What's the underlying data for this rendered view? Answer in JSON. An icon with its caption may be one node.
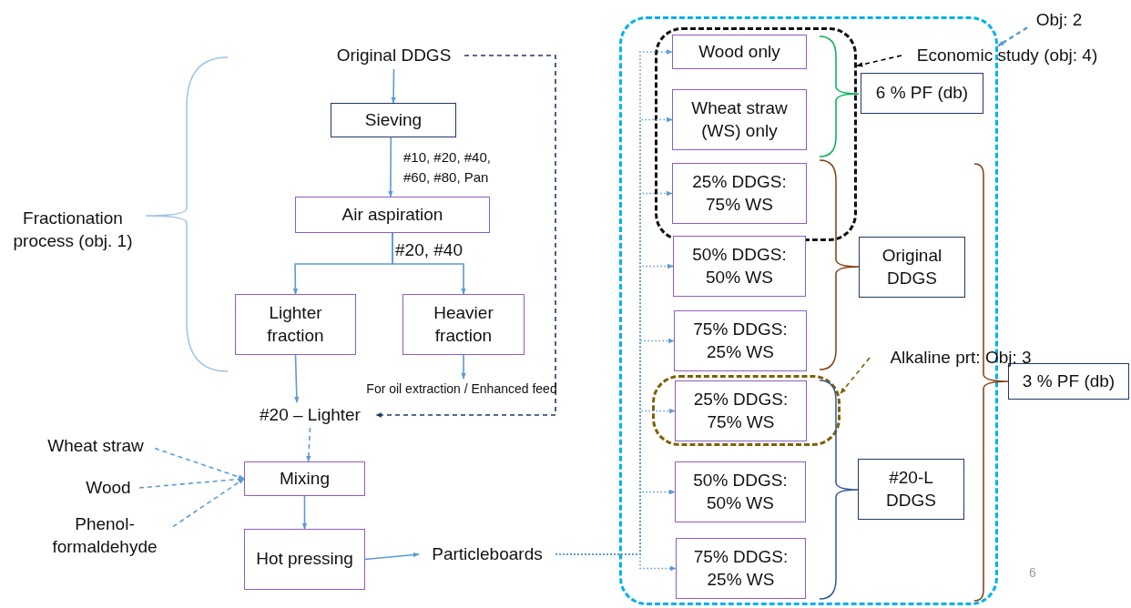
{
  "diagram": {
    "nodes": [
      {
        "text": [
          "Original DDGS"
        ]
      },
      {
        "text": [
          "Sieving"
        ]
      },
      {
        "text": [
          "Air aspiration"
        ]
      },
      {
        "text": [
          "Lighter fraction"
        ]
      },
      {
        "text": [
          "Heavier fraction"
        ]
      },
      {
        "text": [
          "For oil extraction / Enhanced feed"
        ]
      },
      {
        "text": [
          "#20 – Lighter"
        ]
      },
      {
        "text": [
          "Wheat straw"
        ]
      },
      {
        "text": [
          "Wood"
        ]
      },
      {
        "text": [
          "Phenol-formaldehyde"
        ]
      },
      {
        "text": [
          "Mixing"
        ]
      },
      {
        "text": [
          "Hot pressing"
        ]
      },
      {
        "text": [
          "Particleboards"
        ]
      },
      {
        "text": [],
        "shape": "box"
      },
      {
        "text": [],
        "shape": "box",
        "in": 13
      },
      {
        "text": [
          "Wood only"
        ],
        "in": 14
      },
      {
        "text": [
          "Wheat straw (WS) only"
        ],
        "in": 14
      },
      {
        "text": [
          "25% DDGS: 75% WS"
        ],
        "in": 14
      },
      {
        "text": [
          "50% DDGS: 50% WS"
        ],
        "in": 13
      },
      {
        "text": [
          "75% DDGS: 25% WS"
        ],
        "in": 13
      },
      {
        "text": [],
        "shape": "box",
        "in": 13
      },
      {
        "text": [
          "25% DDGS: 75% WS"
        ],
        "in": 20
      },
      {
        "text": [
          "50% DDGS: 50% WS"
        ],
        "in": 13
      },
      {
        "text": [
          "75% DDGS: 25% WS"
        ],
        "in": 13
      },
      {
        "text": [
          "6 % PF (db)"
        ],
        "in": 13
      },
      {
        "text": [
          "Original DDGS"
        ],
        "in": 13
      },
      {
        "text": [
          "#20-L DDGS"
        ],
        "in": 13
      },
      {
        "text": [
          "3 % PF (db)"
        ]
      },
      {
        "text": [
          "Obj: 2"
        ]
      },
      {
        "text": [
          "Economic study (obj: 4)"
        ]
      },
      {
        "text": [
          "Alkaline prt: Obj: 3"
        ]
      }
    ],
    "edges": [
      {
        "from": 0,
        "to": 1,
        "arrow": "to"
      },
      {
        "from": 1,
        "to": 2,
        "arrow": "to",
        "label": "#10, #20, #40, #60, #80, Pan"
      },
      {
        "from": 2,
        "to": 3,
        "arrow": "to",
        "label": "#20, #40"
      },
      {
        "from": 2,
        "to": 4,
        "arrow": "to"
      },
      {
        "from": 3,
        "to": 6,
        "arrow": "to"
      },
      {
        "from": 4,
        "to": 5,
        "arrow": "to"
      },
      {
        "from": 0,
        "to": 6,
        "arrow": "to",
        "style": "dashed",
        "color": "#203864"
      },
      {
        "from": 6,
        "to": 10,
        "arrow": "to",
        "style": "dashed"
      },
      {
        "from": 7,
        "to": 10,
        "arrow": "to",
        "style": "dashed"
      },
      {
        "from": 8,
        "to": 10,
        "arrow": "to",
        "style": "dashed"
      },
      {
        "from": 9,
        "to": 10,
        "arrow": "to",
        "style": "dashed"
      },
      {
        "from": 10,
        "to": 11,
        "arrow": "to"
      },
      {
        "from": 11,
        "to": 12,
        "arrow": "to"
      },
      {
        "from": 12,
        "to": 15,
        "arrow": "to",
        "style": "dashed"
      },
      {
        "from": 12,
        "to": 16,
        "arrow": "to",
        "style": "dashed"
      },
      {
        "from": 12,
        "to": 17,
        "arrow": "to",
        "style": "dashed"
      },
      {
        "from": 12,
        "to": 18,
        "arrow": "to",
        "style": "dashed"
      },
      {
        "from": 12,
        "to": 19,
        "arrow": "to",
        "style": "dashed"
      },
      {
        "from": 12,
        "to": 21,
        "arrow": "to",
        "style": "dashed"
      },
      {
        "from": 12,
        "to": 22,
        "arrow": "to",
        "style": "dashed"
      },
      {
        "from": 12,
        "to": 23,
        "arrow": "to",
        "style": "dashed"
      },
      {
        "from": 28,
        "to": 13,
        "arrow": "to",
        "style": "dashed"
      },
      {
        "from": 29,
        "to": 14,
        "arrow": "to",
        "style": "dashed",
        "color": "#000000"
      },
      {
        "from": 30,
        "to": 20,
        "arrow": "to",
        "style": "dashed",
        "color": "#7f6000"
      }
    ],
    "labels": [
      "Fractionation process (obj. 1)",
      "6"
    ]
  }
}
